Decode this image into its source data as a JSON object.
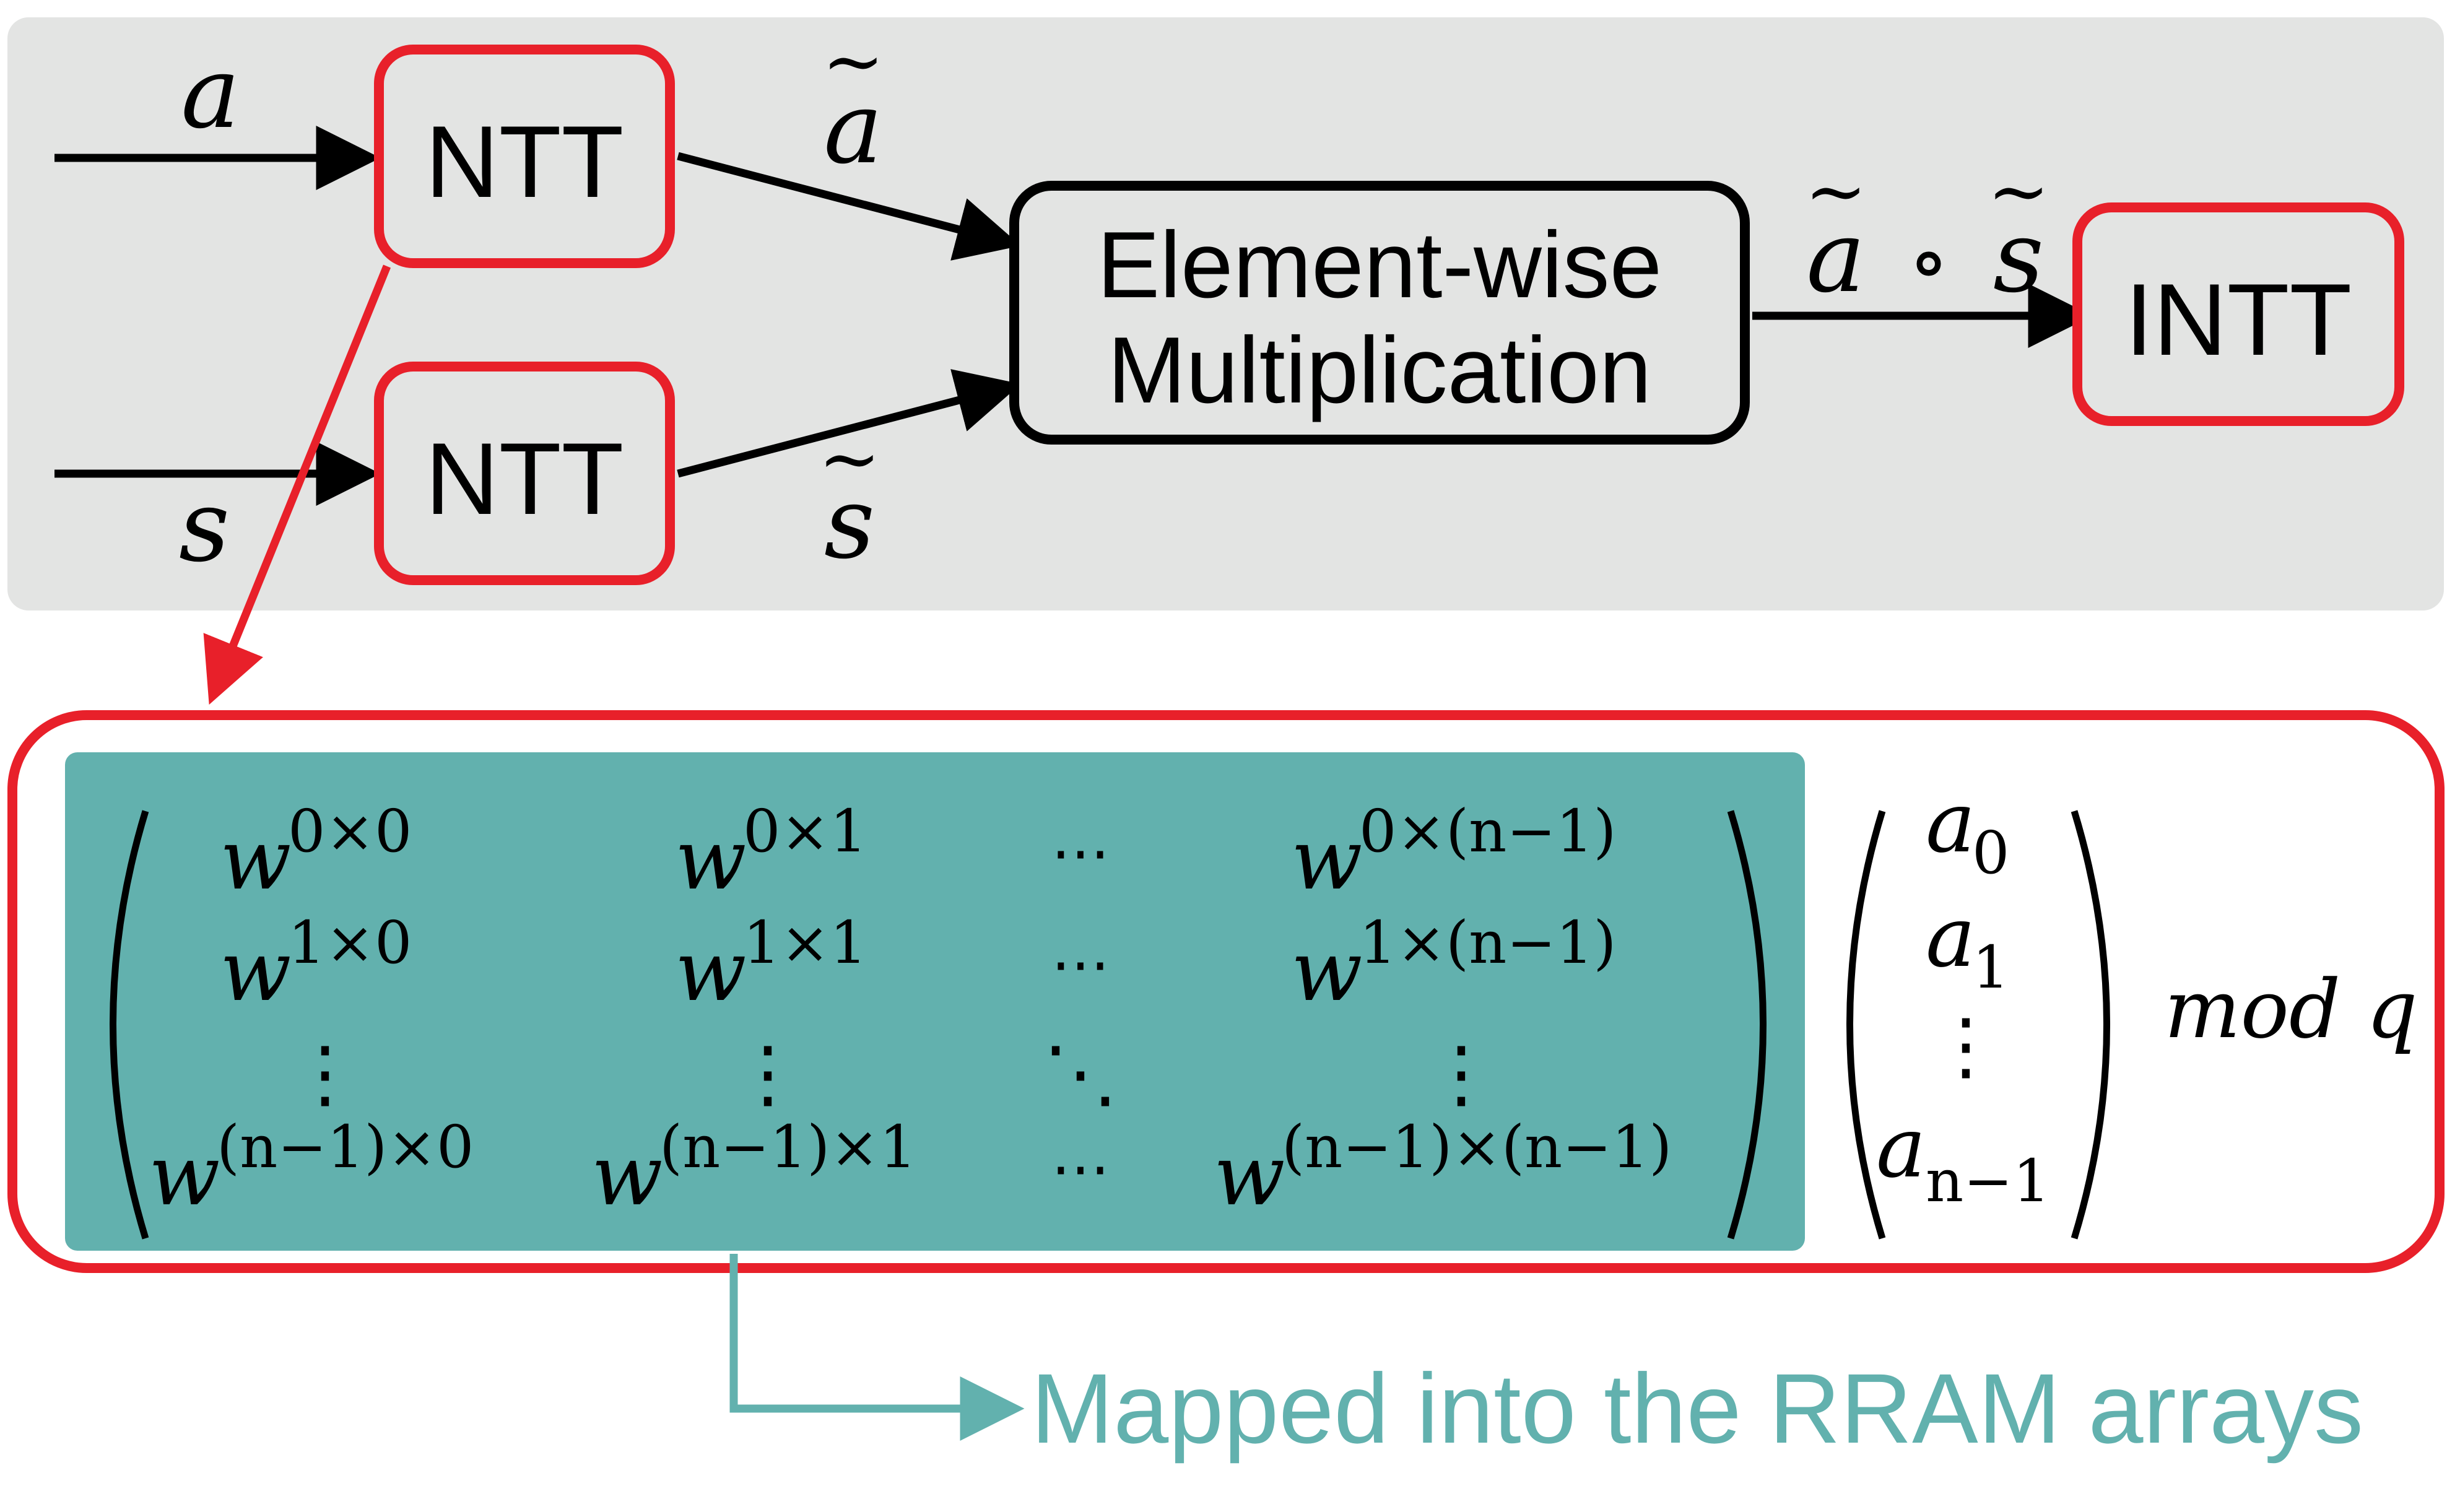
{
  "pipeline": {
    "input_a": "a",
    "input_s": "s",
    "ntt_top_label": "NTT",
    "ntt_bottom_label": "NTT",
    "a_tilde": "a",
    "s_tilde": "s",
    "tilde": "~",
    "multiply_line1": "Element-wise",
    "multiply_line2": "Multiplication",
    "product_a": "a",
    "product_op": "∘",
    "product_s": "s",
    "intt_label": "INTT"
  },
  "matrix": {
    "base": "w",
    "rows": [
      [
        "0×0",
        "0×1",
        "0×(n−1)"
      ],
      [
        "1×0",
        "1×1",
        "1×(n−1)"
      ],
      [
        "(n−1)×0",
        "(n−1)×1",
        "(n−1)×(n−1)"
      ]
    ],
    "hdots": "⋯",
    "vdots": "⋮",
    "ddots": "⋱"
  },
  "vector": {
    "base": "a",
    "subscripts": [
      "0",
      "1",
      "n−1"
    ],
    "vdots": "⋮"
  },
  "modulus": "mod q",
  "mapping_label": "Mapped into the RRAM arrays",
  "colors": {
    "panel_gray": "#e3e4e3",
    "ntt_red": "#e8202a",
    "teal_fill": "#62b1ae",
    "teal_text": "#62b1ae",
    "stroke_black": "#000000"
  }
}
